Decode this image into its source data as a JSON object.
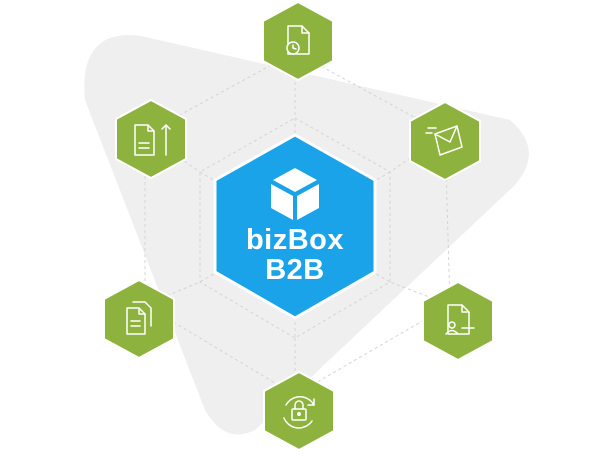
{
  "center": {
    "title_line1": "bizBox",
    "title_line2": "B2B",
    "icon": "cube-icon",
    "color": "#1aa3e8"
  },
  "colors": {
    "node": "#8db33e",
    "node_stroke": "#ffffff",
    "icon_stroke": "#ffffff",
    "background_shape": "#efefef",
    "guide_lines": "#d4d4d4"
  },
  "nodes": [
    {
      "id": "top",
      "icon": "document-clock-icon"
    },
    {
      "id": "upper-right",
      "icon": "envelope-icon"
    },
    {
      "id": "lower-right",
      "icon": "document-user-icon"
    },
    {
      "id": "bottom",
      "icon": "lock-cycle-icon"
    },
    {
      "id": "lower-left",
      "icon": "documents-stack-icon"
    },
    {
      "id": "upper-left",
      "icon": "document-upload-icon"
    }
  ]
}
